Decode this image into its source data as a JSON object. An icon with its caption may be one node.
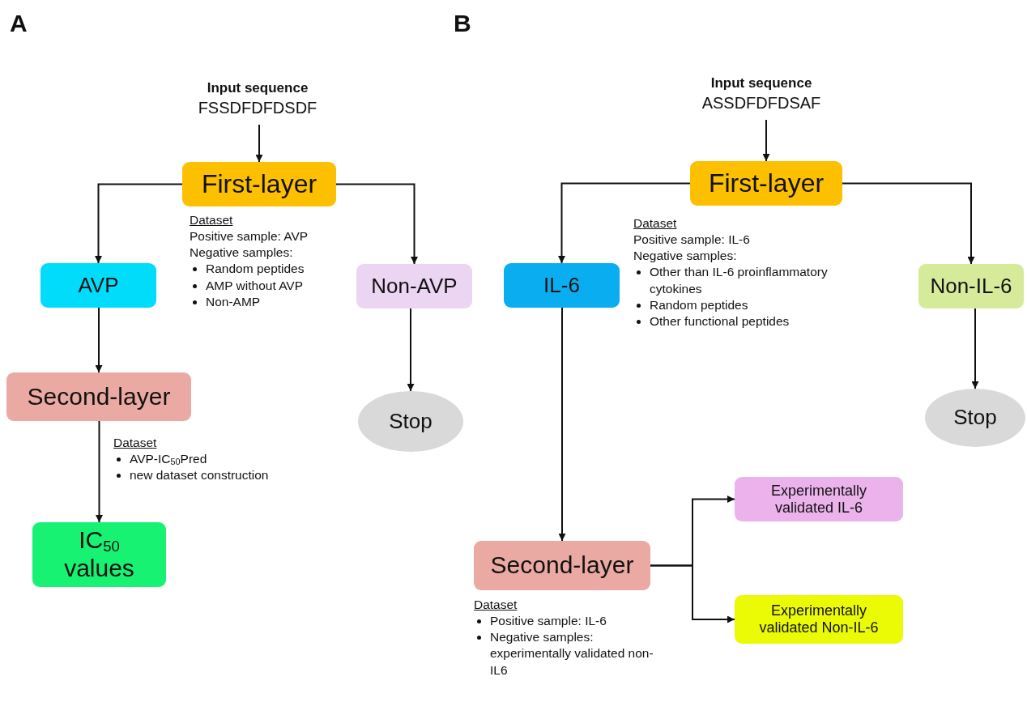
{
  "diagram": {
    "nodes": [
      {
        "text": [
          "Input sequence",
          "FSSDFDFDSDF"
        ]
      },
      {
        "text": [
          "First-layer"
        ],
        "beside": [
          "Dataset",
          "Positive sample: AVP",
          "Negative samples:",
          "Random peptides",
          "AMP without AVP",
          "Non-AMP"
        ]
      },
      {
        "text": [
          "AVP"
        ]
      },
      {
        "text": [
          "Non-AVP"
        ]
      },
      {
        "text": [
          "Second-layer"
        ],
        "beside": [
          "Dataset",
          "AVP-IC$_{50}$Pred",
          "new dataset construction"
        ]
      },
      {
        "text": [
          "Stop"
        ]
      },
      {
        "text": [
          "IC$_{50}$ values"
        ]
      },
      {
        "text": [
          "Input sequence",
          "ASSDFDFDSAF"
        ]
      },
      {
        "text": [
          "First-layer"
        ],
        "beside": [
          "Dataset",
          "Positive sample: IL-6",
          "Negative samples:",
          "Other than IL-6 proinflammatory cytokines",
          "Random peptides",
          "Other functional peptides"
        ]
      },
      {
        "text": [
          "IL-6"
        ]
      },
      {
        "text": [
          "Non-IL-6"
        ]
      },
      {
        "text": [
          "Stop"
        ]
      },
      {
        "text": [
          "Second-layer"
        ],
        "beside": [
          "Dataset",
          "Positive sample: IL-6",
          "Negative samples: experimentally validated non-IL6"
        ]
      },
      {
        "text": [
          "Experimentally validated IL-6"
        ]
      },
      {
        "text": [
          "Experimentally validated Non-IL-6"
        ]
      }
    ],
    "edges": [
      {
        "from": 0,
        "to": 1,
        "arrow": "to"
      },
      {
        "from": 1,
        "to": 2,
        "arrow": "to"
      },
      {
        "from": 1,
        "to": 3,
        "arrow": "to"
      },
      {
        "from": 2,
        "to": 4,
        "arrow": "to"
      },
      {
        "from": 3,
        "to": 5,
        "arrow": "to"
      },
      {
        "from": 4,
        "to": 6,
        "arrow": "to"
      },
      {
        "from": 7,
        "to": 8,
        "arrow": "to"
      },
      {
        "from": 8,
        "to": 9,
        "arrow": "to"
      },
      {
        "from": 8,
        "to": 10,
        "arrow": "to"
      },
      {
        "from": 9,
        "to": 12,
        "arrow": "to"
      },
      {
        "from": 10,
        "to": 11,
        "arrow": "to"
      },
      {
        "from": 12,
        "to": 13,
        "arrow": "to"
      },
      {
        "from": 12,
        "to": 14,
        "arrow": "to"
      }
    ],
    "labels": [
      "A",
      "B"
    ]
  }
}
